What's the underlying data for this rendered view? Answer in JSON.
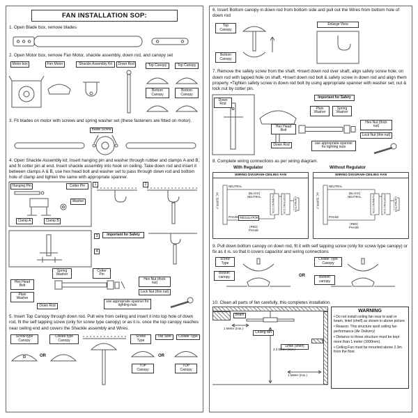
{
  "doc": {
    "title": "FAN INSTALLATION SOP:"
  },
  "s1": {
    "text": "1. Open Blade box, remove blades"
  },
  "s2": {
    "text": "2. Open Motor box, remove Fan Motor, shackle assembly, down rod, and canopy set",
    "motor_box": "Motor box",
    "fan_motor": "Fan Motor",
    "shackle_kit": "Shackle Assembly Kit",
    "down_rod": "Down Rod",
    "top_canopy_a": "Top Canopy",
    "top_canopy_b": "Top Canopy",
    "bottom_canopy_a": "Bottom Canopy",
    "bottom_canopy_b": "Bottom Canopy"
  },
  "s3": {
    "text": "3. Fit blades on motor with screws and spring washer set (these fasteners are fitted on motor).",
    "blade_screw": "Blade Screw"
  },
  "s4": {
    "text": "4. Open Shackle Assembly kit; Insert hanging pin and washer through rubber and clamps A and B, and fit cotter pin at end. Insert shackle assembly into hook on ceiling. Take down rod and insert it between clamps A & B, use hex head bolt and washer set to pass through down rod and bottom hole of clamp and tighten the same with appropriate spanner.",
    "hanging_pin": "Hanging Pin",
    "cotter_pin": "Cotter Pin",
    "washer": "Washer",
    "clamp_a": "Clamp A",
    "clamp_b": "Clamp B",
    "n1": "1",
    "n2": "2",
    "n3": "3",
    "n4": "4",
    "important": "Important for Safety",
    "spring_washer": "Spring Washer",
    "cotter_pin2": "Cotter Pin",
    "hex_head_bolt": "Hex Head Bolt",
    "plain_washer": "Plain Washer",
    "hex_nut": "Hex Nut (thick nut)",
    "lock_nut": "Lock Nut (thin nut)",
    "spanner_note": "use appropriate spanner for tighting nuts",
    "down_rod": "Down Rod"
  },
  "s5": {
    "text": "5. Insert Top Canopy through down rod. Pull wire from ceiling and insert it into top hole of down rod, fit the self tapping screw (only for screw type canopy) or as it is. once the top canopy reaches near ceiling end and covers the Shackle assembly and Wires.",
    "screw_type_canopy": "Screw type Canopy",
    "or1": "OR",
    "collate_type_canopy": "Collate type Canopy",
    "screw_type": "Screw Type",
    "top_side": "Top Side",
    "or2": "OR",
    "collate_type": "Collate Type",
    "top_canopy_a": "TOP Canopy",
    "top_canopy_b": "TOP Canopy"
  },
  "s6": {
    "text": "6. Insert Bottom canopy in down rod from bottom side and pull out the Wires from bottom hole of down rod",
    "top_canopy": "Top Canopy",
    "bottom_canopy": "Bottom Canopy",
    "enlarge_view": "Enlarge View"
  },
  "s7": {
    "text": "7. Remove the safety screw from the shaft. •Insert down rod over shaft, align safety screw hole, on down rod with tapped hole on shaft. •Insert down rod bolt & safety screw in down rod and align them properly. •Tighten safety screw in down rod bolt by using appropriate spanner with washer set, nut & lock nut by cotter pin.",
    "down_rod_a": "Down Rod",
    "important": "Important for Safety",
    "plain_washer": "Plain Washer",
    "spring_washer": "Spring Washer",
    "hex_head_bolt": "Hex Head Bolt",
    "hex_nut": "Hex Nut (thick nut)",
    "lock_nut": "Lock Nut (thin nut)",
    "spanner_note": "use appropriate spanner for tighting nuts",
    "down_rod_b": "Down Rod"
  },
  "s8": {
    "text": "8. Complete wiring connections as per wiring diagram.",
    "with_reg": "With Regulator",
    "without_reg": "Without Regulator",
    "title_a": "WIRING DIAGRAM-CEILING FAN",
    "title_b": "WIRING DIAGRAM-CEILING FAN",
    "ac_supply_a": "AC SUPPLY",
    "ac_supply_b": "AC SUPPLY",
    "neutral_a": "NEUTRAL",
    "phase_a": "PHASE",
    "neutral_b": "NEUTRAL",
    "phase_b": "PHASE",
    "black_neutral_a": "(BLACK) NEUTRAL",
    "red_phase_a": "(RED) PHASE",
    "black_neutral_b": "(BLACK) NEUTRAL",
    "red_phase_b": "(RED) PHASE",
    "regulator": "REGULATOR",
    "running_coil_a": "RUNNING COIL",
    "starting_coil_a": "STARTING COIL",
    "capacitor_a": "CAPACITOR",
    "running_coil_b": "RUNNING COIL",
    "starting_coil_b": "STARTING COIL",
    "capacitor_b": "CAPACITOR"
  },
  "s9": {
    "text": "9. Pull down bottom canopy on down rod, fit it with self tapping screw (only for screw type canopy) or fix as it is. so that it covers capacitor and wiring connections",
    "screw_type": "Screw Type",
    "bottom_canopy_a": "Bottom canopy",
    "or": "OR",
    "collate_type": "Collate Type Canopy",
    "bottom_canopy_b": "Bottom canopy"
  },
  "s10": {
    "text": "10. Clean all parts of fan carefully, this completes installation.",
    "beam": "Beam",
    "ceiling_fan": "Ceiling fan",
    "lintel": "Lintel (shelf)",
    "meter1a": "1 Meter (min.)",
    "meter23": "2.3 Meter (min.)",
    "meter1b": "1 Meter (min.)"
  },
  "warning": {
    "title": "WARNING",
    "b1": "• Do not install ceiling fan near to wall or beam, lintel (shelf) as shown in above picture",
    "b2": "• Reason: This structure spoil ceiling fan performance (Air Delivery)",
    "b3": "• Distance to those structure must be kept more than 1 meter (1000mm).",
    "b4": "• Ceiling Fan must be mounted above 2.3m from the floor."
  }
}
